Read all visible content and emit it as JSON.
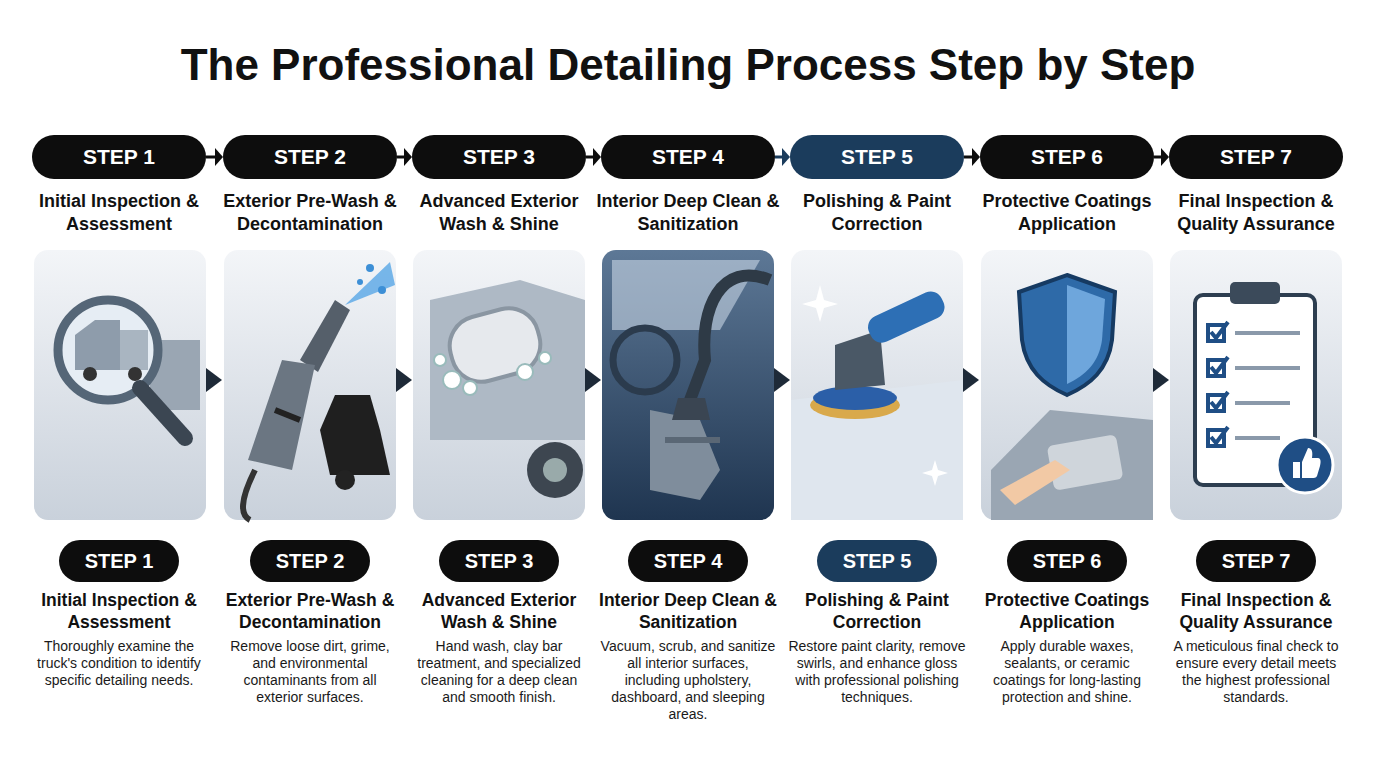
{
  "diagram": {
    "title": "The Professional Detailing Process Step by Step",
    "nodes": [
      {
        "text": [
          "STEP 1"
        ]
      },
      {
        "text": [
          "STEP 2"
        ]
      },
      {
        "text": [
          "STEP 3"
        ]
      },
      {
        "text": [
          "STEP 4"
        ]
      },
      {
        "text": [
          "STEP 5"
        ]
      },
      {
        "text": [
          "STEP 6"
        ]
      },
      {
        "text": [
          "STEP 7"
        ]
      },
      {
        "text": [
          "STEP 1"
        ]
      },
      {
        "text": [
          "STEP 2"
        ]
      },
      {
        "text": [
          "STEP 3"
        ]
      },
      {
        "text": [
          "STEP 4"
        ]
      },
      {
        "text": [
          "STEP 5"
        ]
      },
      {
        "text": [
          "STEP 6"
        ]
      },
      {
        "text": [
          "STEP 7"
        ]
      }
    ],
    "edges": [
      {
        "from": 0,
        "to": 1,
        "arrow": "to"
      },
      {
        "from": 1,
        "to": 2,
        "arrow": "to"
      },
      {
        "from": 2,
        "to": 3,
        "arrow": "to"
      },
      {
        "from": 3,
        "to": 4,
        "arrow": "to"
      },
      {
        "from": 4,
        "to": 5,
        "arrow": "to"
      },
      {
        "from": 5,
        "to": 6,
        "arrow": "to"
      }
    ],
    "labels": [
      "Initial Inspection & Assessment",
      "Initial Inspection & Assessment",
      "Thoroughly examine the truck's condition to identify specific detailing needs.",
      "Exterior Pre-Wash & Decontamination",
      "Exterior Pre-Wash & Decontamination",
      "Remove loose dirt, grime, and environmental contaminants from all exterior surfaces.",
      "Advanced Exterior Wash & Shine",
      "Advanced Exterior Wash & Shine",
      "Hand wash, clay bar treatment, and specialized cleaning for a deep clean and smooth finish.",
      "Interior Deep Clean & Sanitization",
      "Interior Deep Clean & Sanitization",
      "Vacuum, scrub, and sanitize all interior surfaces, including upholstery, dashboard, and sleeping areas.",
      "Polishing & Paint Correction",
      "Polishing & Paint Correction",
      "Restore paint clarity, remove swirls, and enhance gloss with professional polishing techniques.",
      "Protective Coatings Application",
      "Protective Coatings Application",
      "Apply durable waxes, sealants, or ceramic coatings for long-lasting protection and shine.",
      "Final Inspection & Quality Assurance",
      "Final Inspection & Quality Assurance",
      "A meticulous final check to ensure every detail meets the highest professional standards."
    ]
  }
}
